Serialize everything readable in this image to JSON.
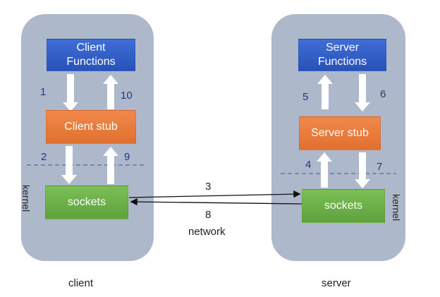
{
  "client": {
    "functions_label": "Client\nFunctions",
    "stub_label": "Client stub",
    "sockets_label": "sockets",
    "kernel_label": "kernel",
    "caption": "client"
  },
  "server": {
    "functions_label": "Server\nFunctions",
    "stub_label": "Server stub",
    "sockets_label": "sockets",
    "kernel_label": "kernel",
    "caption": "server"
  },
  "steps": {
    "s1": "1",
    "s2": "2",
    "s3": "3",
    "s4": "4",
    "s5": "5",
    "s6": "6",
    "s7": "7",
    "s8": "8",
    "s9": "9",
    "s10": "10"
  },
  "network_label": "network",
  "colors": {
    "panel": "#adb9ca",
    "functions": "#2f5fcc",
    "stub": "#e97a3a",
    "sockets": "#6aaf45",
    "step_numbers": "#1f3a7a",
    "kernel_line": "#4a67b8"
  }
}
